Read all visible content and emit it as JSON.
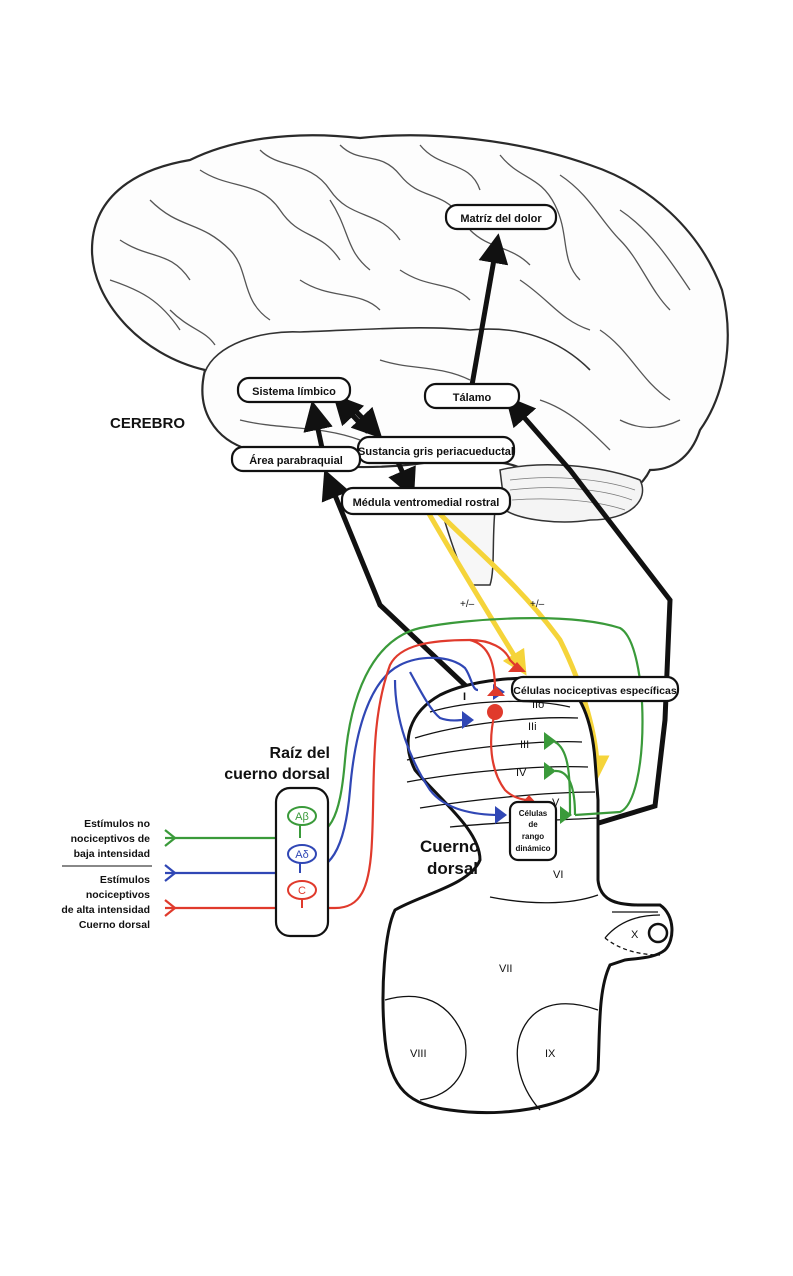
{
  "labels": {
    "cerebro": "CEREBRO",
    "matriz": "Matríz del dolor",
    "talamo": "Tálamo",
    "limbico": "Sistema límbico",
    "sustancia": "Sustancia gris periacueductal",
    "parabraquial": "Área parabraquial",
    "medula": "Médula ventromedial rostral",
    "pm_left": "+/–",
    "pm_right": "+/–",
    "nociceptivas": "Células nociceptivas específicas",
    "raiz_line1": "Raíz del",
    "raiz_line2": "cuerno dorsal",
    "cuerno_line1": "Cuerno",
    "cuerno_line2": "dorsal",
    "rango_line1": "Células",
    "rango_line2": "de",
    "rango_line3": "rango",
    "rango_line4": "dinámico",
    "estim_no_1": "Estímulos no",
    "estim_no_2": "nociceptivos de",
    "estim_no_3": "baja intensidad",
    "estim_alta_1": "Estímulos",
    "estim_alta_2": "nociceptivos",
    "estim_alta_3": "de alta intensidad",
    "estim_alta_4": "Cuerno dorsal",
    "fiber_ab": "Aβ",
    "fiber_ad": "Aδ",
    "fiber_c": "C"
  },
  "laminae": [
    "I",
    "IIo",
    "IIi",
    "III",
    "IV",
    "V",
    "VI",
    "VII",
    "VIII",
    "IX",
    "X"
  ],
  "colors": {
    "green": "#3a9a3a",
    "blue": "#3047b5",
    "red": "#e03a2c",
    "yellow": "#f5d43a",
    "black": "#111111"
  }
}
